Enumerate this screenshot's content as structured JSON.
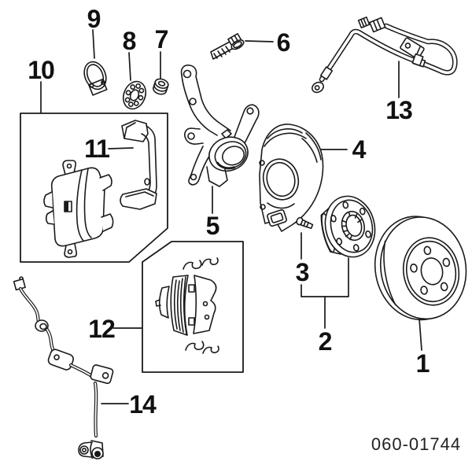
{
  "figure": {
    "code": "060-01744",
    "background": "#ffffff",
    "line_color": "#1a1a1a",
    "parts": [
      {
        "num": "1",
        "name": "brake-disc"
      },
      {
        "num": "2",
        "name": "wheel-hub"
      },
      {
        "num": "3",
        "name": "hub-bolt"
      },
      {
        "num": "4",
        "name": "brake-dust-shield"
      },
      {
        "num": "5",
        "name": "steering-knuckle"
      },
      {
        "num": "6",
        "name": "flange-bolt"
      },
      {
        "num": "7",
        "name": "spacer-bushing"
      },
      {
        "num": "8",
        "name": "wheel-bearing"
      },
      {
        "num": "9",
        "name": "snap-ring"
      },
      {
        "num": "10",
        "name": "brake-caliper-assembly"
      },
      {
        "num": "11",
        "name": "caliper-carrier-bracket"
      },
      {
        "num": "12",
        "name": "brake-pad-kit"
      },
      {
        "num": "13",
        "name": "brake-hose"
      },
      {
        "num": "14",
        "name": "abs-wheel-speed-sensor"
      }
    ]
  }
}
